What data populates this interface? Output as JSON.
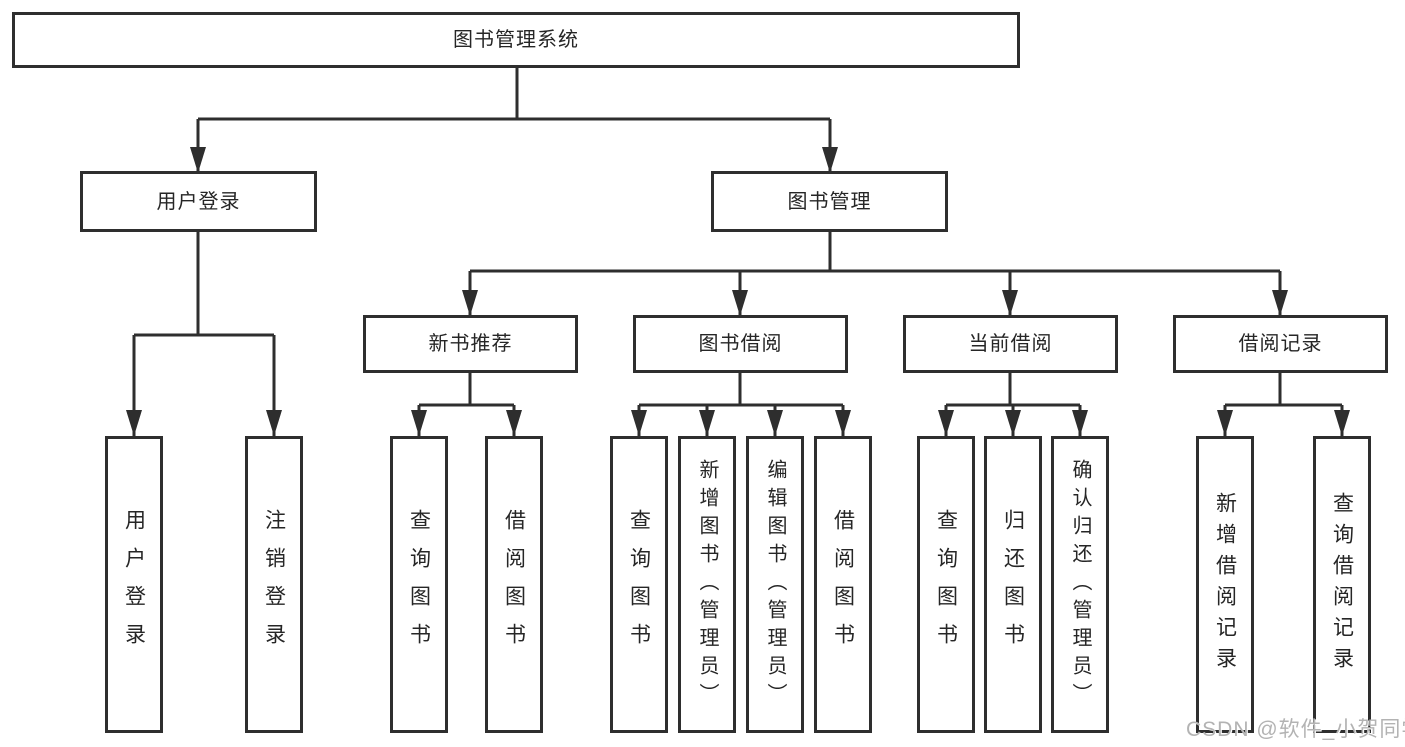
{
  "colors": {
    "line": "#2e2e2e",
    "box_border": "#2e2e2e",
    "text": "#262626",
    "background": "#ffffff",
    "watermark": "#b3b3b3"
  },
  "diagram": {
    "root": {
      "label": "图书管理系统"
    },
    "branches": [
      {
        "label": "用户登录",
        "children": [
          {
            "label": "用户登录"
          },
          {
            "label": "注销登录"
          }
        ]
      },
      {
        "label": "图书管理",
        "children": [
          {
            "label": "新书推荐",
            "children": [
              {
                "label": "查询图书"
              },
              {
                "label": "借阅图书"
              }
            ]
          },
          {
            "label": "图书借阅",
            "children": [
              {
                "label": "查询图书"
              },
              {
                "label": "新增图书（管理员）"
              },
              {
                "label": "编辑图书（管理员）"
              },
              {
                "label": "借阅图书"
              }
            ]
          },
          {
            "label": "当前借阅",
            "children": [
              {
                "label": "查询图书"
              },
              {
                "label": "归还图书"
              },
              {
                "label": "确认归还（管理员）"
              }
            ]
          },
          {
            "label": "借阅记录",
            "children": [
              {
                "label": "新增借阅记录"
              },
              {
                "label": "查询借阅记录"
              }
            ]
          }
        ]
      }
    ]
  },
  "watermark": {
    "text": "CSDN @软件_小贺同学"
  }
}
